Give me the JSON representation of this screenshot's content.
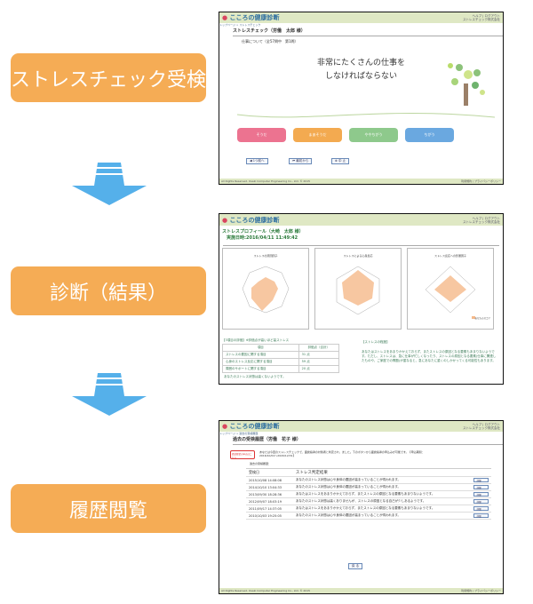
{
  "steps": [
    {
      "label": "ストレスチェック受検"
    },
    {
      "label": "診断（結果）"
    },
    {
      "label": "履歴閲覧"
    }
  ],
  "colors": {
    "step_label": "#f5ac55",
    "arrow": "#55b0ea",
    "header": "#dfe8c4"
  },
  "app": {
    "logo": "こころの健康診断",
    "help_links": "ヘルプ | ログアウト",
    "company": "ストレスチェック株式会社",
    "footer": "All Rights Reserved. Osaki Computer Engineering Co., Ltd. © 2015",
    "footer_right": "利用規約 | プライバシーポリシー"
  },
  "screen1": {
    "breadcrumb": "トップページ > ストレスチェック",
    "title": "ストレスチェック（労働　太郎 様）",
    "progress": "仕事について（全57問中　第1問）",
    "question_line1": "非常にたくさんの仕事を",
    "question_line2": "しなければならない",
    "answers": [
      {
        "label": "そうだ",
        "color": "#ec7390"
      },
      {
        "label": "まあそうだ",
        "color": "#f3aa50"
      },
      {
        "label": "ややちがう",
        "color": "#8ec98c"
      },
      {
        "label": "ちがう",
        "color": "#6aa8e0"
      }
    ],
    "nav": [
      "◀ 1つ前へ",
      "⏮ 最初から",
      "⊗ 中 止"
    ]
  },
  "screen2": {
    "title": "ストレスプロフィール（大崎　太郎 様）",
    "date": "実施日時:2016/04/11 11:49:42",
    "charts": [
      "ストレスの原因因子",
      "ストレスによる心身反応",
      "ストレス反応への影響因子"
    ],
    "legend": "あなたのスコア",
    "eval_heading": "【3項目の評価】※評価点が高いほど高ストレス",
    "table_head": [
      "項目",
      "評価点（合計）"
    ],
    "table_rows": [
      [
        "ストレスの要因に関する項目",
        "31 点"
      ],
      [
        "心身のストレス反応に関する項目",
        "59 点"
      ],
      [
        "周囲のサポートに関する項目",
        "20 点"
      ]
    ],
    "summary": "あなたのストレス状態は高くないようです。",
    "degree_heading": "【ストレスの程度】",
    "degree_text": "あなたはストレスをあまりかかえておらず、またストレスの原因となる要素もあまりないようです。ただし、ストレスは、急に仕事が忙しくなったり、ストレスの原因となる要素(仕事に関連したものや、ご家庭での問題)が重なると、急にあなたに重くのしかかってくる可能性もあります。"
  },
  "screen3": {
    "breadcrumb": "トップページ > 過去の受検履歴",
    "title": "過去の受検履歴（労働　花子 様）",
    "badge": "面談要望の申込はこちら",
    "notice": "あなたは今回のストレスチェックで、面談指導の対象者と判定され、ました。下のボタンから面談指導の申込みが可能です。【申込期間：2016/10/01～2020/12/31】",
    "list_heading": "過去の受検履歴：",
    "columns": [
      "受検日",
      "ストレス判定結果"
    ],
    "rows": [
      [
        "2015/10/08 14:08:08",
        "あなたのストレス状態は心や身体の要因が高まっていることが伺われます。"
      ],
      [
        "2014/10/10 13:04:33",
        "あなたのストレス状態は心や身体の要因が高まっていることが伺われます。"
      ],
      [
        "2013/09/30 18:28:36",
        "あなたはストレスをあまりかかえておらず、またストレスの原因となる要素もあまりないようです。"
      ],
      [
        "2012/09/07 18:03:19",
        "あなたのストレス状態は高くありませんが、ストレスの原因となる自己が少しあるようです。"
      ],
      [
        "2011/09/17 14:37:05",
        "あなたはストレスをあまりかかえておらず、またストレスの原因となる要素もあまりないようです。"
      ],
      [
        "2010/10/03 19:25:05",
        "あなたのストレス状態は心や身体の要因が高まっていることが伺われます。"
      ]
    ],
    "detail_label": "詳細",
    "back": "戻 る"
  }
}
